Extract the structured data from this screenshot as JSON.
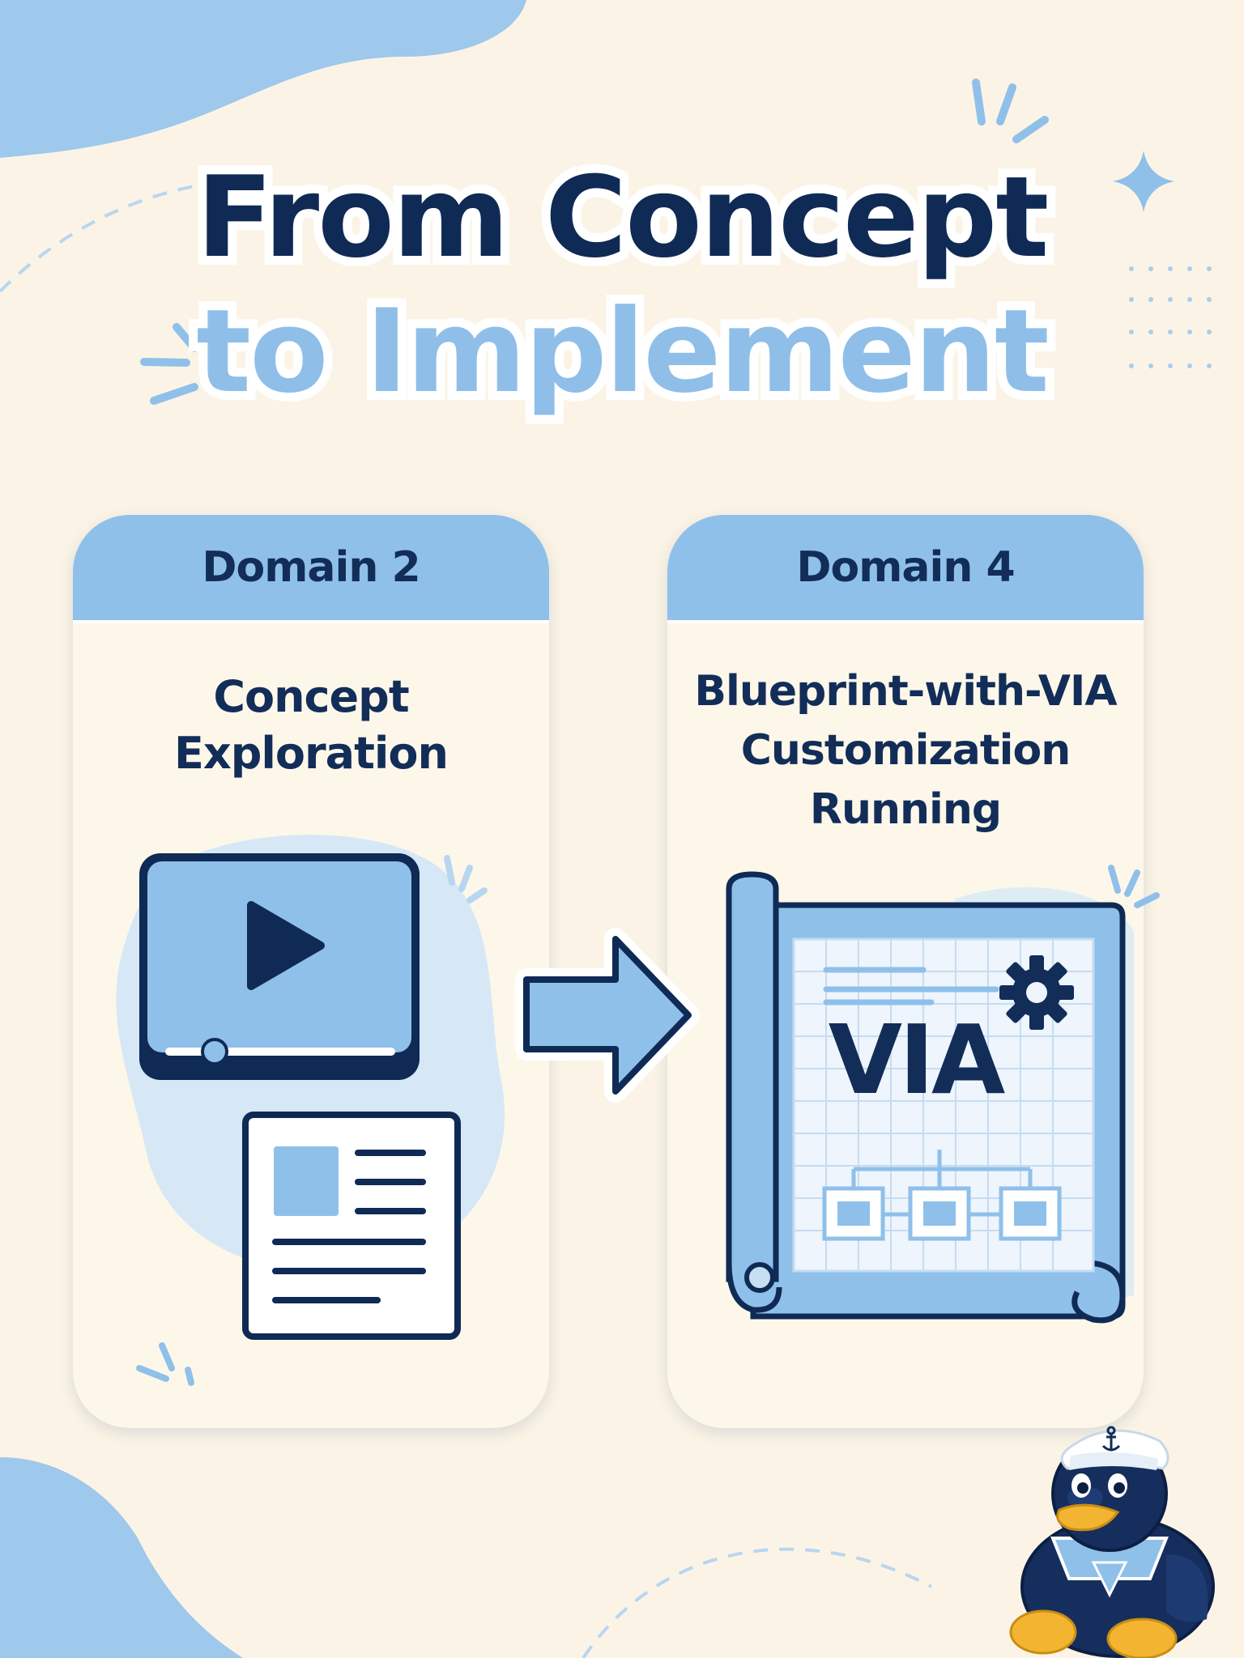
{
  "title": {
    "line1": "From Concept",
    "line2": "to Implement"
  },
  "cards": [
    {
      "header": "Domain 2",
      "title_lines": [
        "Concept",
        "Exploration"
      ]
    },
    {
      "header": "Domain 4",
      "title_lines": [
        "Blueprint-with-VIA",
        "Customization",
        "Running"
      ]
    }
  ],
  "blueprint": {
    "label": "VIA"
  },
  "colors": {
    "background": "#fbf4e6",
    "navy": "#122d58",
    "accent_blue": "#8fc0ea",
    "light_blue": "#c6dff3"
  },
  "icons": [
    "video-player-icon",
    "document-icon",
    "arrow-right-icon",
    "blueprint-scroll-icon",
    "gear-icon",
    "org-chart-icon",
    "sparkle-icon",
    "duck-mascot",
    "anchor-icon"
  ]
}
